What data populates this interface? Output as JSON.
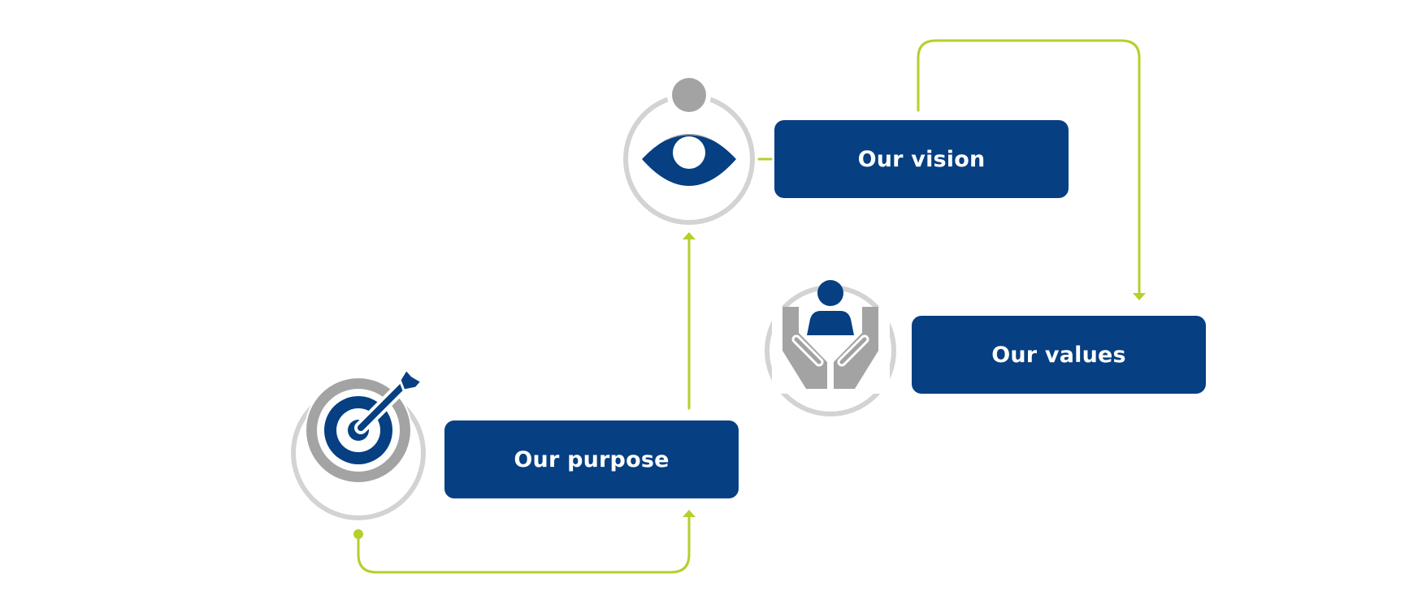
{
  "colors": {
    "primary_blue": "#063f82",
    "accent_green": "#b5cf2b",
    "icon_gray": "#9b9b9b",
    "ring_gray": "#d3d3d3",
    "box_text": "#ffffff"
  },
  "nodes": {
    "vision": {
      "label": "Our vision",
      "icon": "eye-icon"
    },
    "values": {
      "label": "Our values",
      "icon": "hands-person-icon"
    },
    "purpose": {
      "label": "Our purpose",
      "icon": "target-arrow-icon"
    }
  }
}
